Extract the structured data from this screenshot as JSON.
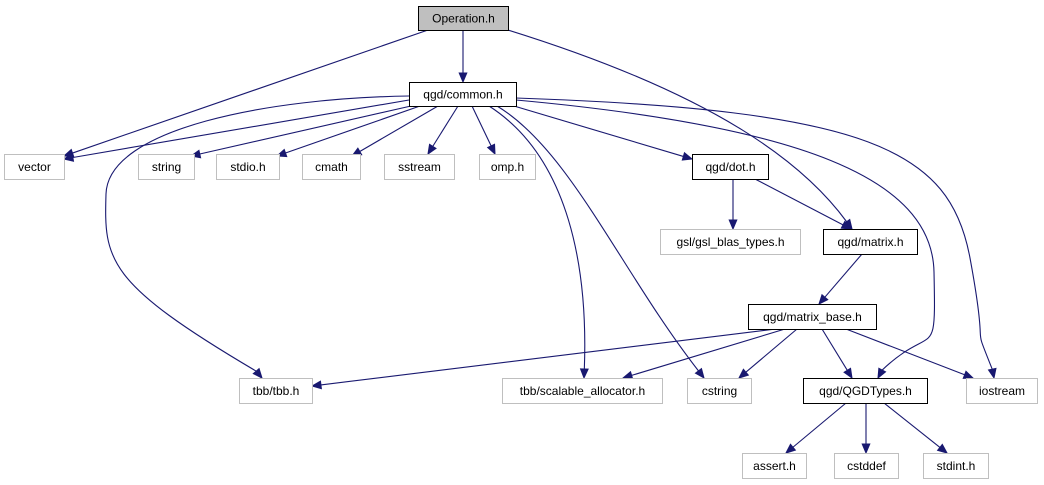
{
  "colors": {
    "edge": "#191970",
    "root_fill": "#bfbfbf",
    "documented_border": "#000000",
    "external_border": "#bfbfbf",
    "node_fill": "#ffffff"
  },
  "nodes": {
    "operation_h": {
      "label": "Operation.h",
      "kind": "root"
    },
    "common_h": {
      "label": "qgd/common.h",
      "kind": "documented"
    },
    "vector": {
      "label": "vector",
      "kind": "external"
    },
    "string": {
      "label": "string",
      "kind": "external"
    },
    "stdio_h": {
      "label": "stdio.h",
      "kind": "external"
    },
    "cmath": {
      "label": "cmath",
      "kind": "external"
    },
    "sstream": {
      "label": "sstream",
      "kind": "external"
    },
    "omp_h": {
      "label": "omp.h",
      "kind": "external"
    },
    "dot_h": {
      "label": "qgd/dot.h",
      "kind": "documented"
    },
    "gsl_blas_types_h": {
      "label": "gsl/gsl_blas_types.h",
      "kind": "external"
    },
    "matrix_h": {
      "label": "qgd/matrix.h",
      "kind": "documented"
    },
    "matrix_base_h": {
      "label": "qgd/matrix_base.h",
      "kind": "documented"
    },
    "tbb_h": {
      "label": "tbb/tbb.h",
      "kind": "external"
    },
    "scalable_allocator_h": {
      "label": "tbb/scalable_allocator.h",
      "kind": "external"
    },
    "cstring": {
      "label": "cstring",
      "kind": "external"
    },
    "qgdtypes_h": {
      "label": "qgd/QGDTypes.h",
      "kind": "documented"
    },
    "iostream": {
      "label": "iostream",
      "kind": "external"
    },
    "assert_h": {
      "label": "assert.h",
      "kind": "external"
    },
    "cstddef": {
      "label": "cstddef",
      "kind": "external"
    },
    "stdint_h": {
      "label": "stdint.h",
      "kind": "external"
    }
  },
  "edges": [
    {
      "from": "operation_h",
      "to": "common_h"
    },
    {
      "from": "operation_h",
      "to": "vector"
    },
    {
      "from": "operation_h",
      "to": "matrix_h"
    },
    {
      "from": "common_h",
      "to": "vector"
    },
    {
      "from": "common_h",
      "to": "string"
    },
    {
      "from": "common_h",
      "to": "stdio_h"
    },
    {
      "from": "common_h",
      "to": "cmath"
    },
    {
      "from": "common_h",
      "to": "sstream"
    },
    {
      "from": "common_h",
      "to": "omp_h"
    },
    {
      "from": "common_h",
      "to": "dot_h"
    },
    {
      "from": "common_h",
      "to": "tbb_h"
    },
    {
      "from": "common_h",
      "to": "scalable_allocator_h"
    },
    {
      "from": "common_h",
      "to": "cstring"
    },
    {
      "from": "common_h",
      "to": "qgdtypes_h"
    },
    {
      "from": "common_h",
      "to": "iostream"
    },
    {
      "from": "dot_h",
      "to": "gsl_blas_types_h"
    },
    {
      "from": "dot_h",
      "to": "matrix_h"
    },
    {
      "from": "matrix_h",
      "to": "matrix_base_h"
    },
    {
      "from": "matrix_base_h",
      "to": "tbb_h"
    },
    {
      "from": "matrix_base_h",
      "to": "scalable_allocator_h"
    },
    {
      "from": "matrix_base_h",
      "to": "cstring"
    },
    {
      "from": "matrix_base_h",
      "to": "qgdtypes_h"
    },
    {
      "from": "matrix_base_h",
      "to": "iostream"
    },
    {
      "from": "qgdtypes_h",
      "to": "assert_h"
    },
    {
      "from": "qgdtypes_h",
      "to": "cstddef"
    },
    {
      "from": "qgdtypes_h",
      "to": "stdint_h"
    }
  ]
}
